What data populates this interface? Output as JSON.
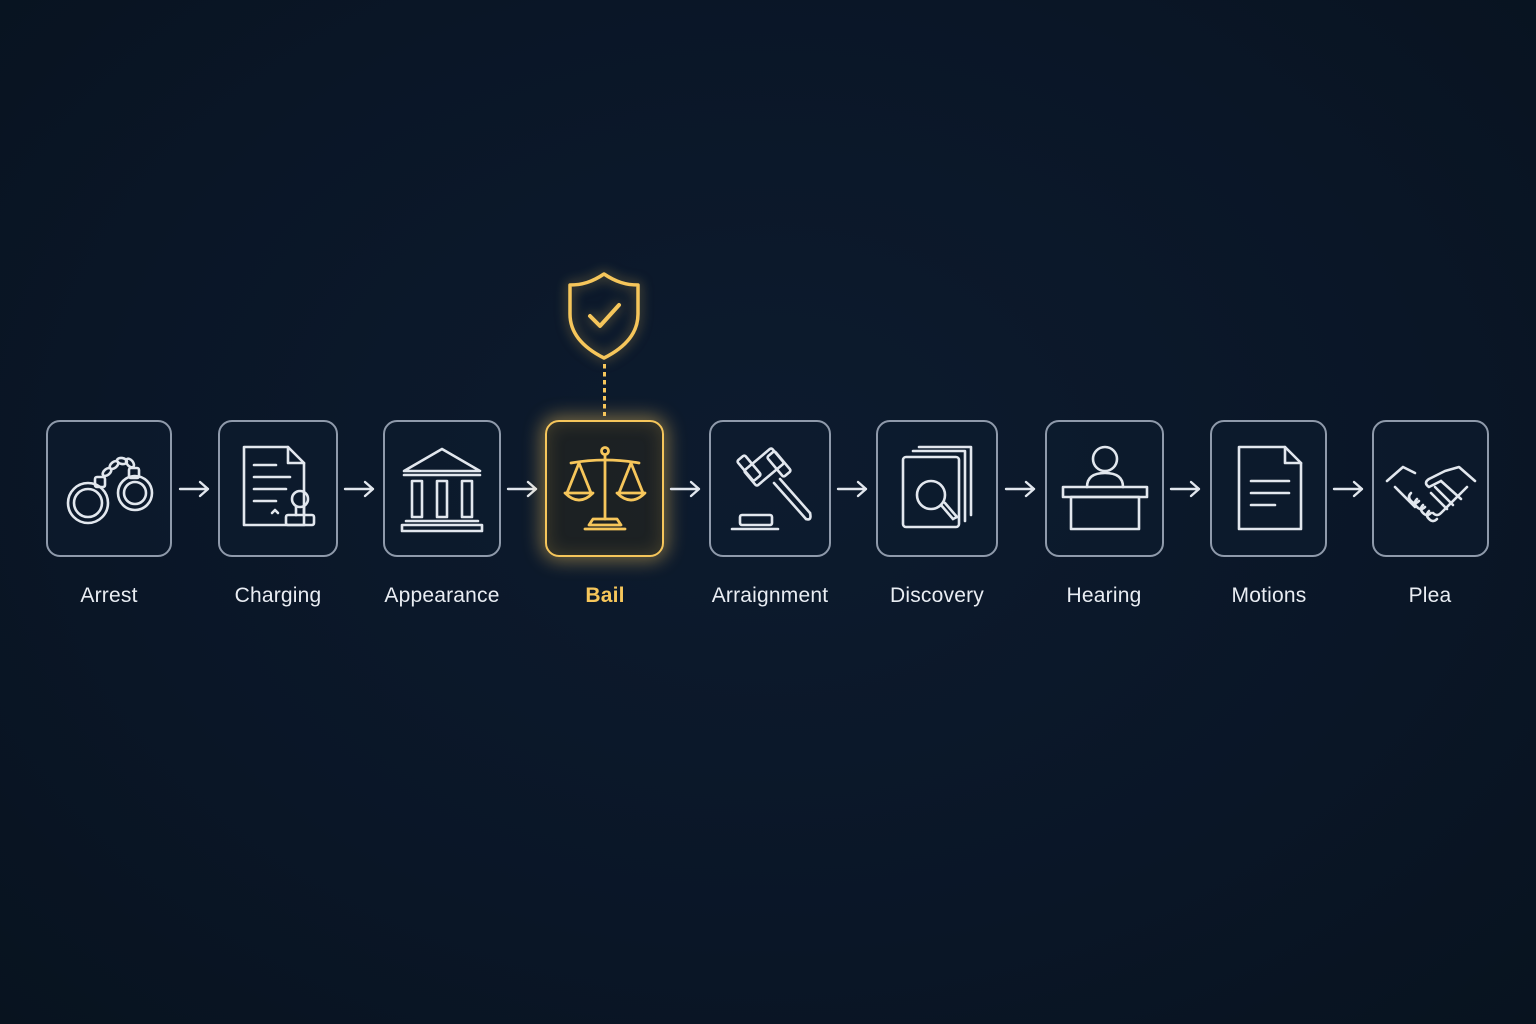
{
  "steps": [
    {
      "id": "arrest",
      "label": "Arrest",
      "icon": "handcuffs-icon",
      "active": false
    },
    {
      "id": "charging",
      "label": "Charging",
      "icon": "document-stamp-icon",
      "active": false
    },
    {
      "id": "appearance",
      "label": "Appearance",
      "icon": "courthouse-icon",
      "active": false
    },
    {
      "id": "bail",
      "label": "Bail",
      "icon": "scales-of-justice-icon",
      "active": true
    },
    {
      "id": "arraignment",
      "label": "Arraignment",
      "icon": "gavel-icon",
      "active": false
    },
    {
      "id": "discovery",
      "label": "Discovery",
      "icon": "documents-search-icon",
      "active": false
    },
    {
      "id": "hearing",
      "label": "Hearing",
      "icon": "judge-bench-icon",
      "active": false
    },
    {
      "id": "motions",
      "label": "Motions",
      "icon": "document-icon",
      "active": false
    },
    {
      "id": "plea",
      "label": "Plea",
      "icon": "handshake-icon",
      "active": false
    }
  ],
  "highlight": {
    "icon": "shield-check-icon",
    "step": "bail"
  },
  "colors": {
    "background": "#0b1829",
    "outline": "#8f9aab",
    "icon": "#e2e7ee",
    "active": "#f6c65b",
    "label": "#e9edf3"
  }
}
